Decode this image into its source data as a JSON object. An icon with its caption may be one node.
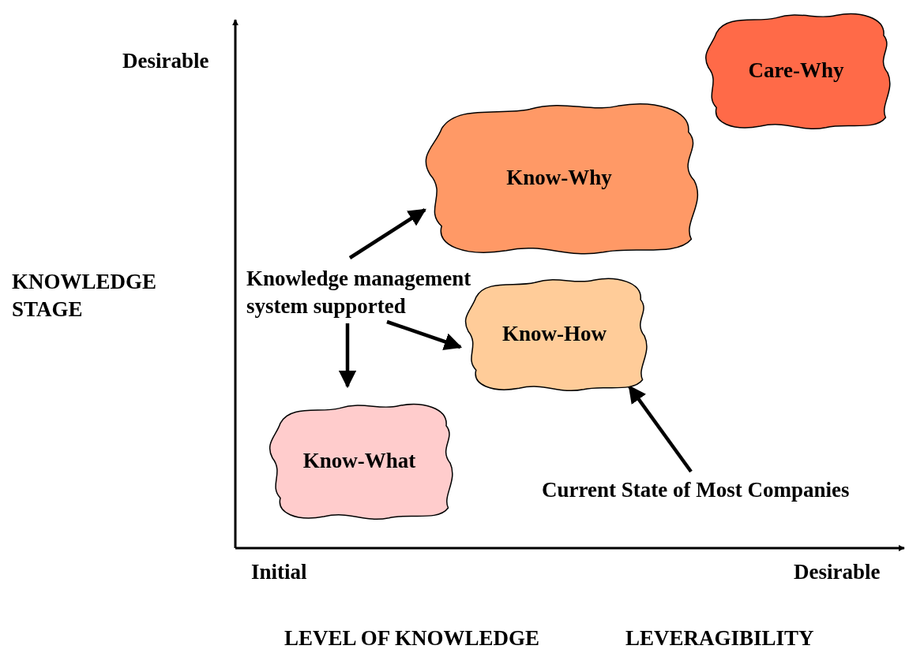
{
  "diagram": {
    "nodes": [
      {
        "text": [
          "Care-Why"
        ]
      },
      {
        "text": [
          "Know-Why"
        ]
      },
      {
        "text": [
          "Know-How"
        ]
      },
      {
        "text": [
          "Know-What"
        ]
      },
      {
        "text": [
          "Knowledge management system supported"
        ]
      },
      {
        "text": [
          "Current State of Most Companies"
        ]
      }
    ],
    "edges": [
      {
        "from": 4,
        "to": 1,
        "arrow": "to"
      },
      {
        "from": 4,
        "to": 2,
        "arrow": "to"
      },
      {
        "from": 4,
        "to": 3,
        "arrow": "to"
      },
      {
        "from": 5,
        "to": 2,
        "arrow": "to"
      }
    ],
    "labels": [
      "Desirable",
      "KNOWLEDGE STAGE",
      "Initial",
      "Desirable",
      "LEVEL OF KNOWLEDGE",
      "LEVERAGIBILITY"
    ]
  }
}
